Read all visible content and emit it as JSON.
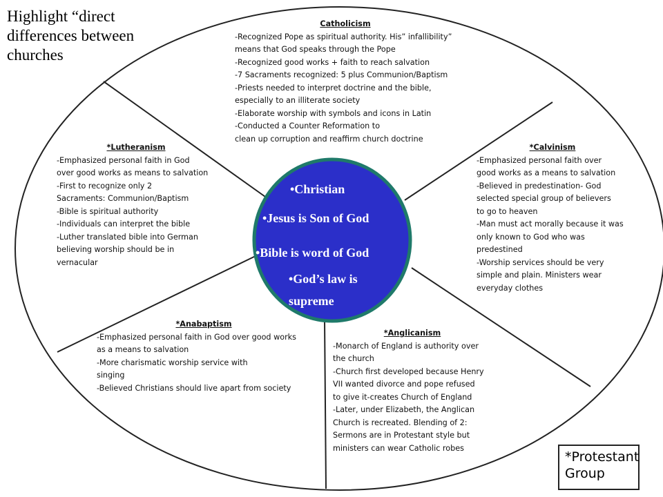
{
  "note": "Highlight “direct differences between churches",
  "catholicism": {
    "title": "Catholicism",
    "lines": [
      "-Recognized Pope as spiritual authority. His” infallibility”",
      "means that God speaks through the Pope",
      "-Recognized good works + faith to reach salvation",
      "-7 Sacraments recognized: 5 plus Communion/Baptism",
      "-Priests needed to interpret doctrine and the bible,",
      "especially to an illiterate society",
      "-Elaborate worship with symbols and icons in Latin",
      "-Conducted a Counter Reformation to",
      "clean up corruption and reaffirm church doctrine"
    ]
  },
  "lutheranism": {
    "title": "*Lutheranism",
    "lines": [
      "-Emphasized personal faith in God",
      "over good works as means to salvation",
      "-First to recognize only 2",
      "Sacraments: Communion/Baptism",
      "-Bible is spiritual authority",
      "-Individuals can interpret the bible",
      "-Luther translated bible into German",
      "believing worship should be in",
      "vernacular"
    ]
  },
  "calvinism": {
    "title": "*Calvinism",
    "lines": [
      "-Emphasized personal faith over",
      "good works as a means to salvation",
      "-Believed in predestination- God",
      "selected special group of believers",
      "to go to heaven",
      "-Man must act morally because it was",
      "only known to God who was",
      "predestined",
      "-Worship services should be very",
      "simple and plain. Ministers wear",
      "everyday clothes"
    ]
  },
  "anabaptism": {
    "title": "*Anabaptism",
    "lines": [
      "-Emphasized personal faith in God over good works",
      "as a means to salvation",
      "-More charismatic worship service with",
      "singing",
      "-Believed Christians should live apart from society"
    ]
  },
  "anglicanism": {
    "title": "*Anglicanism",
    "lines": [
      "-Monarch of England is authority over",
      "the church",
      "-Church first developed because Henry",
      "VII wanted divorce and pope refused",
      "to give it-creates Church of England",
      "-Later, under Elizabeth, the Anglican",
      "Church is recreated. Blending of 2:",
      "Sermons are in Protestant style but",
      "ministers can wear Catholic robes"
    ]
  },
  "center": {
    "p1": "•Christian",
    "p2": "•Jesus is Son of God",
    "p3": "•Bible is word of God",
    "p4a": "•God’s law is",
    "p4b": "supreme"
  },
  "legend": {
    "line1": "*Protestant",
    "line2": "Group"
  },
  "colors": {
    "center_fill": "#2b2fc9",
    "center_ring": "#1f7a6a",
    "outline": "#222222"
  }
}
